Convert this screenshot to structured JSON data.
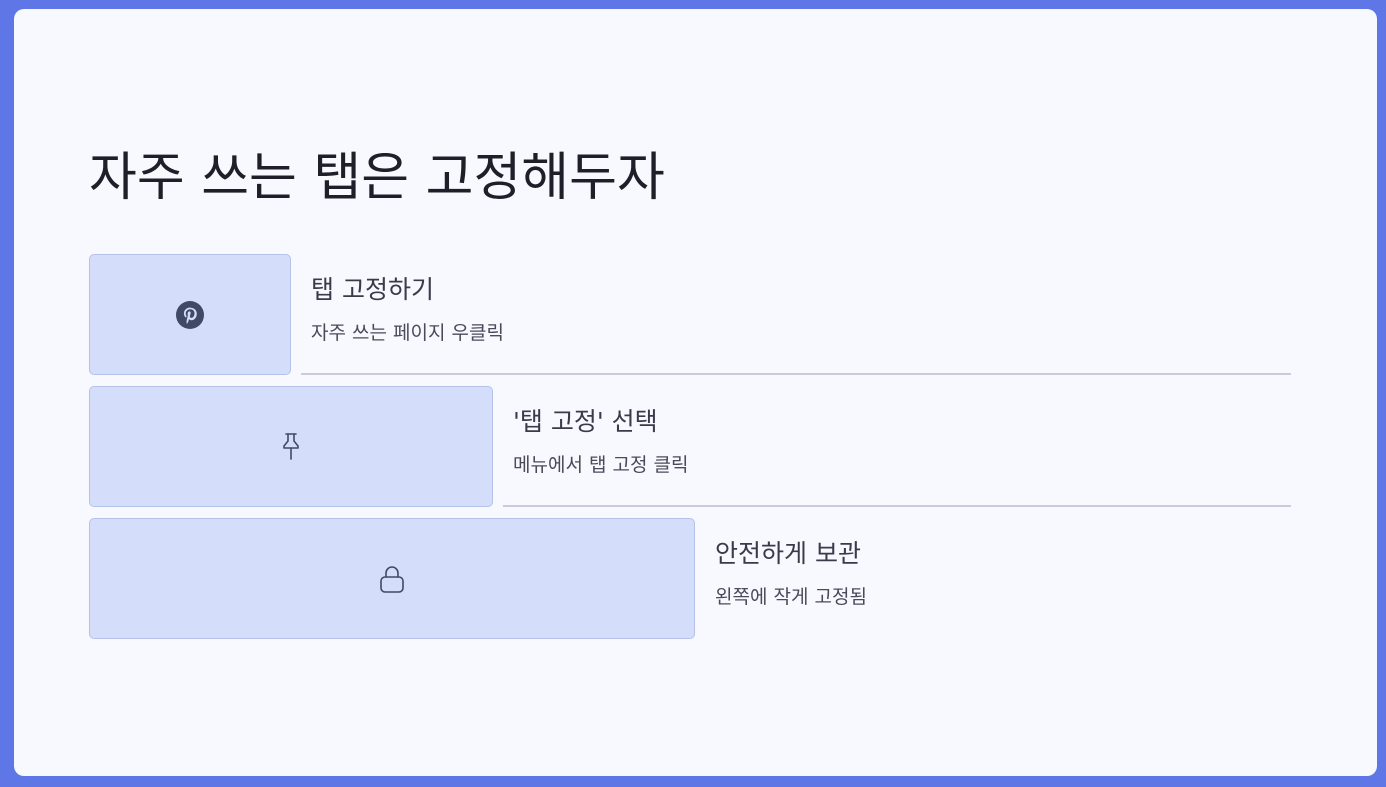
{
  "slide": {
    "title": "자주 쓰는 탭은 고정해두자"
  },
  "rows": [
    {
      "title": "탭 고정하기",
      "subtitle": "자주 쓰는 페이지 우클릭",
      "icon": "pinterest-icon"
    },
    {
      "title": "'탭 고정' 선택",
      "subtitle": "메뉴에서 탭 고정 클릭",
      "icon": "pushpin-icon"
    },
    {
      "title": "안전하게 보관",
      "subtitle": "왼쪽에 작게 고정됨",
      "icon": "lock-icon"
    }
  ],
  "colors": {
    "frame": "#5f77e6",
    "background": "#f8f8ff",
    "box": "#d4defa",
    "divider": "#c7cbde",
    "text": "#1f1f2a",
    "icon": "#3f4a66"
  }
}
